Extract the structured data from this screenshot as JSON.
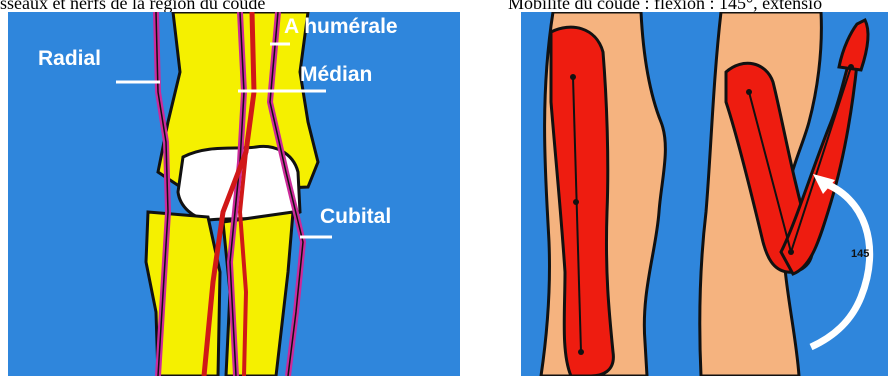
{
  "caption": {
    "left_text": "sseaux et nerfs de la région du coude",
    "right_text": "Mobilité du coude : flexion : 145°, extensio"
  },
  "anatomy": {
    "labels": {
      "radial": "Radial",
      "median": "Médian",
      "humeral": "A humérale",
      "cubital": "Cubital"
    }
  },
  "mobility": {
    "flexion_value": "145"
  },
  "colors": {
    "background": "#2f86dc",
    "bone": "#f5f000",
    "nerve": "#cc2a9a",
    "artery": "#d01818",
    "skin": "#f5b37f",
    "arm": "#ee1c10"
  }
}
